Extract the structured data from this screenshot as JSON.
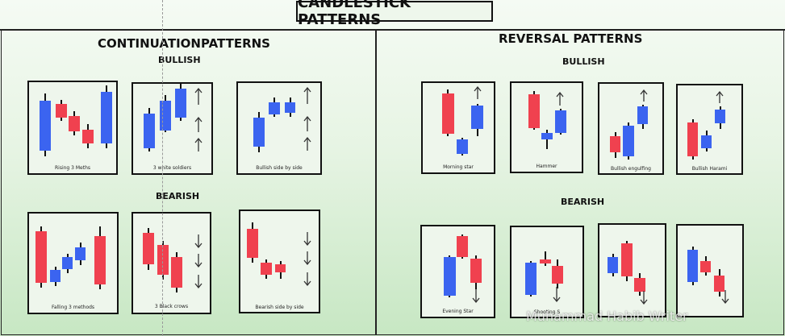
{
  "title": "CANDLESTICK PATTERNS",
  "continuation": {
    "heading": "CONTINUATIONPATTERNS",
    "bullish_label": "BULLISH",
    "bearish_label": "BEARISH"
  },
  "reversal": {
    "heading": "REVERSAL PATTERNS",
    "bullish_label": "BULLISH",
    "bearish_label": "BEARISH"
  },
  "captions": {
    "rising_3": "Rising 3 Meths",
    "white_soldiers": "3 white soldiers",
    "bullish_side": "Bullish side by side",
    "falling_3": "Falling 3 methods",
    "black_crows": "3 Black crows",
    "bearish_side": "Bearish side by side",
    "morning_star": "Morning star",
    "hammer": "Hammer",
    "bullish_engulfing": "Bullish engulfing",
    "bullish_harami": "Bullish Harami",
    "evening_star": "Evening Star",
    "shooting_star": "Shooting S",
    "bearish_engulfing": "",
    "bearish_harami": ""
  },
  "watermark": "Muhammad Habib Writer",
  "colors": {
    "bull": "#3b64f0",
    "bear": "#f0414f",
    "wick": "#111111",
    "arrow": "#333333"
  }
}
